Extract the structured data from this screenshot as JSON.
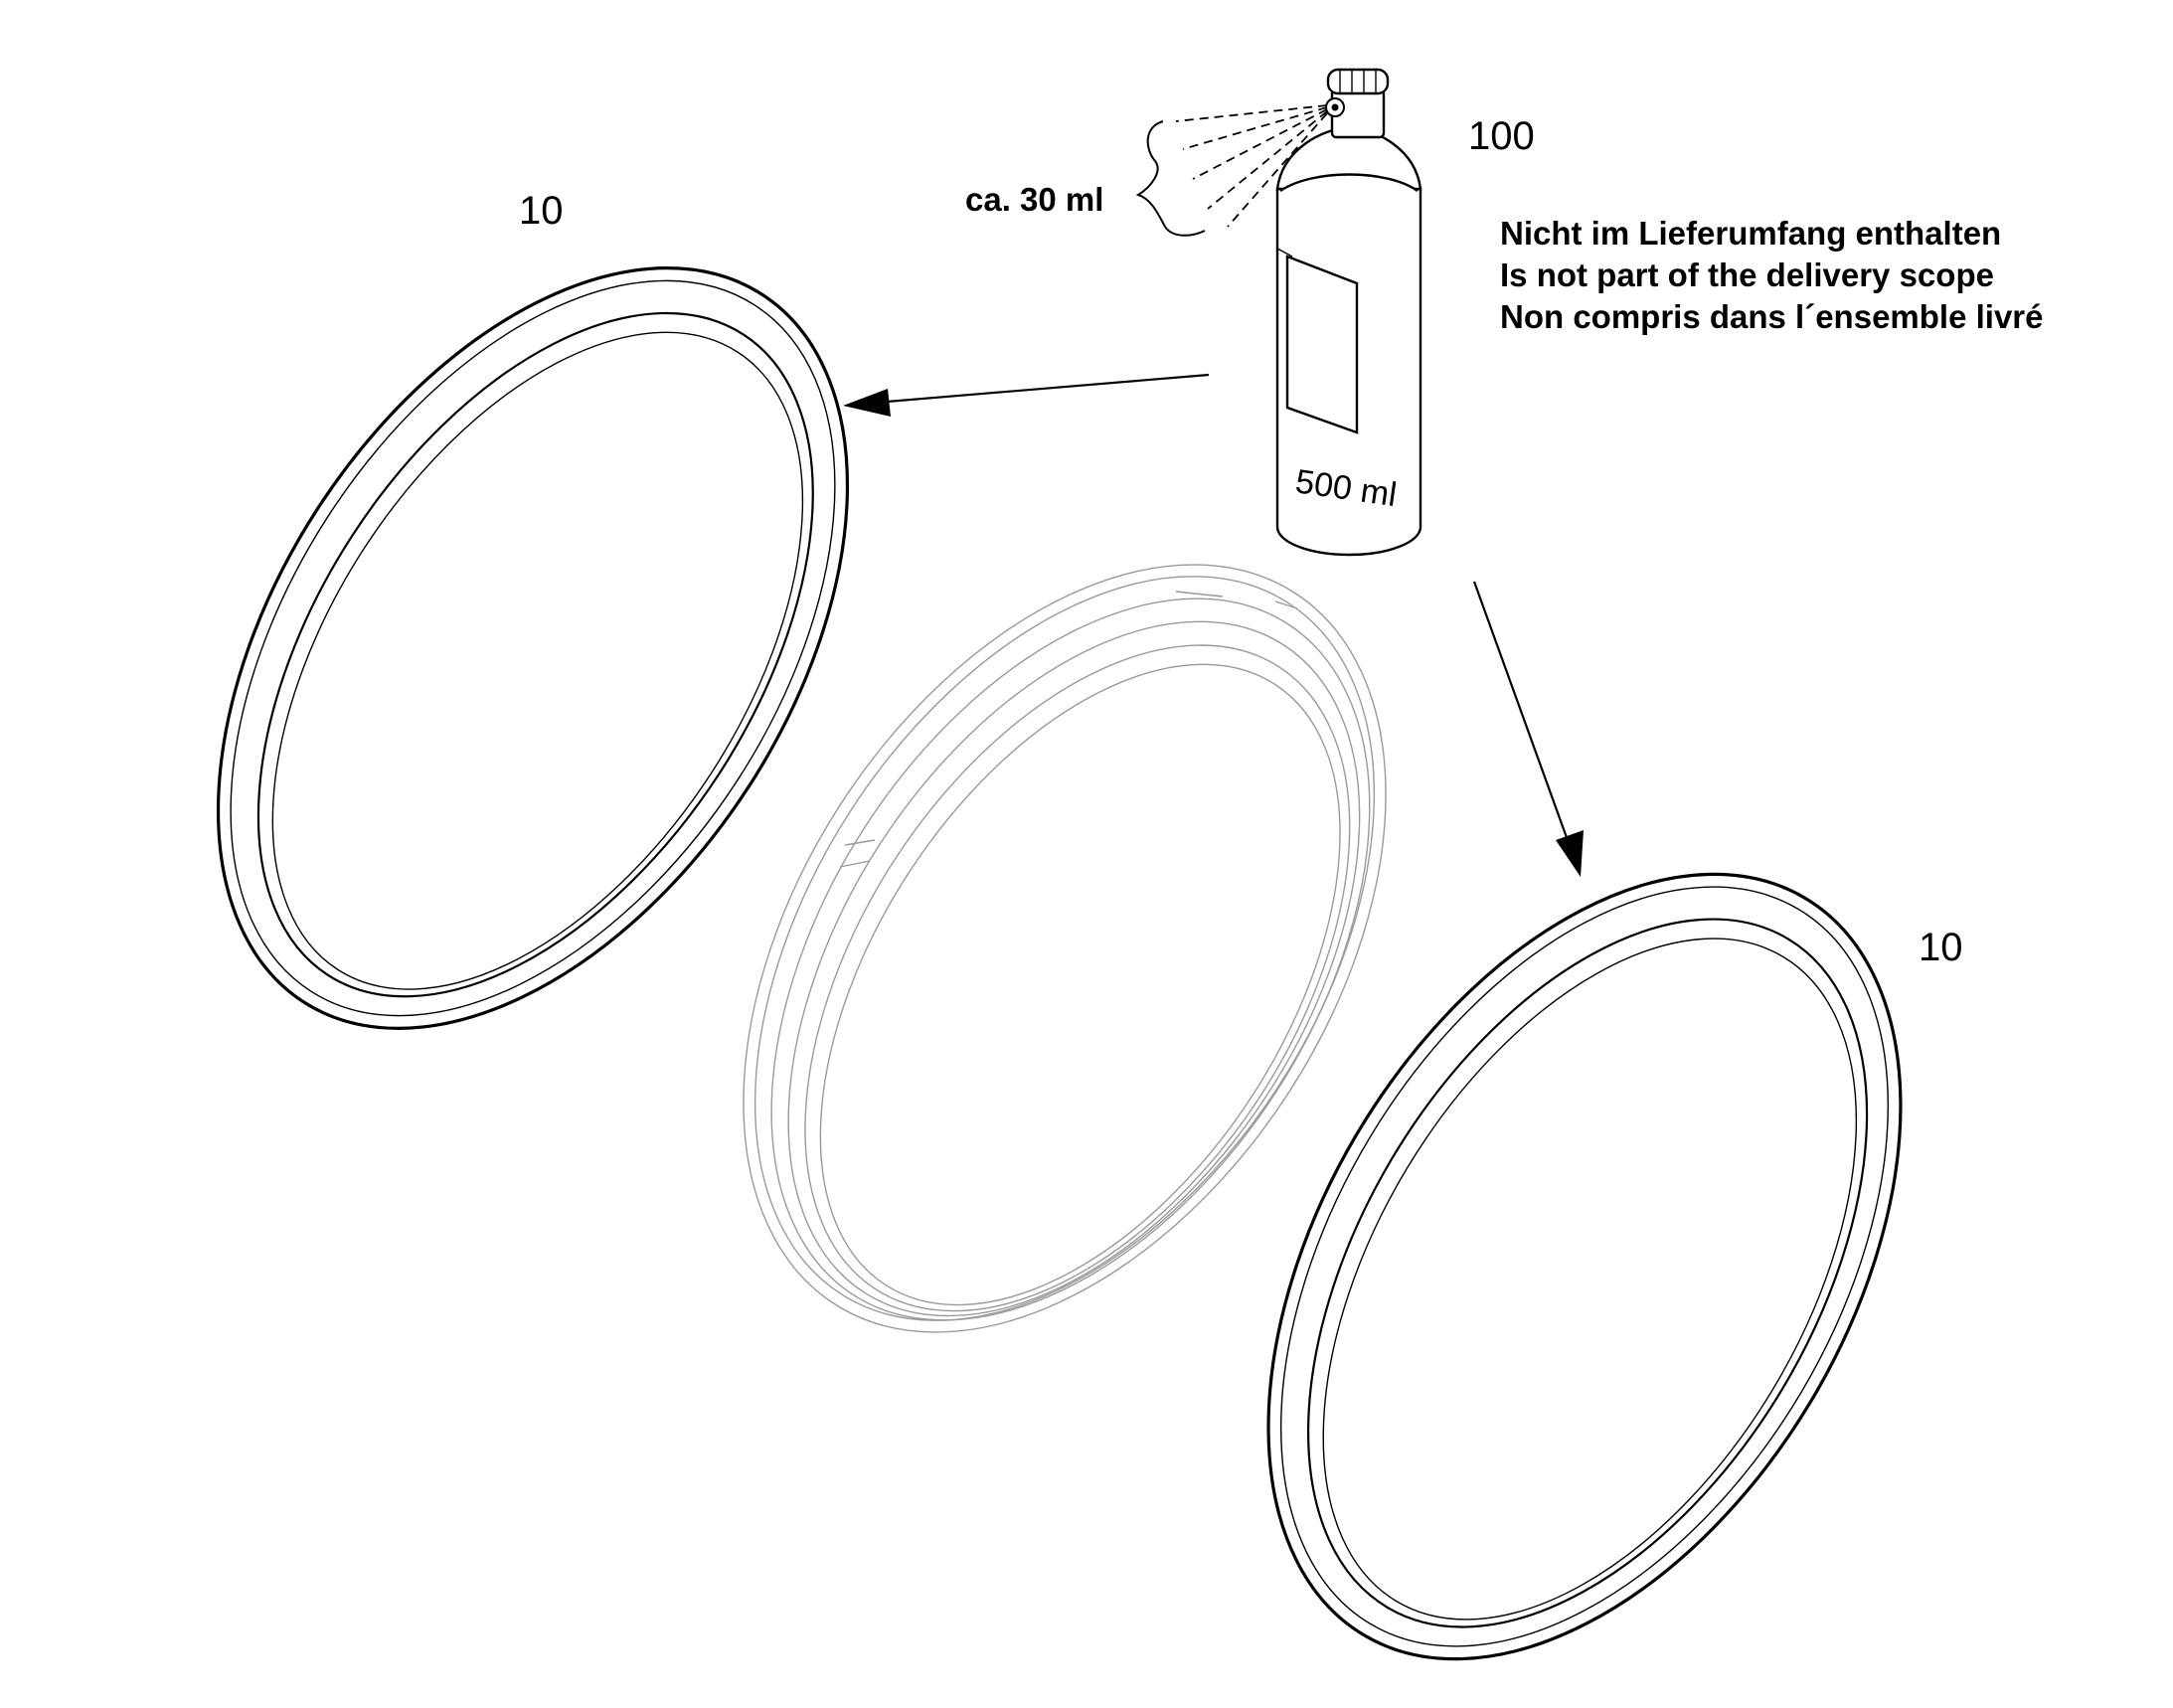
{
  "labels": {
    "ring_top_left": "10",
    "ring_bottom_right": "10",
    "bottle_part": "100",
    "spray_amount": "ca. 30 ml",
    "bottle_volume": "500 ml"
  },
  "notes": [
    "Nicht im Lieferumfang enthalten",
    "Is not part of the delivery scope",
    "Non compris dans l´ensemble livré"
  ],
  "colors": {
    "line": "#000000",
    "faint_part": "#9a9a9a",
    "background": "#ffffff"
  }
}
